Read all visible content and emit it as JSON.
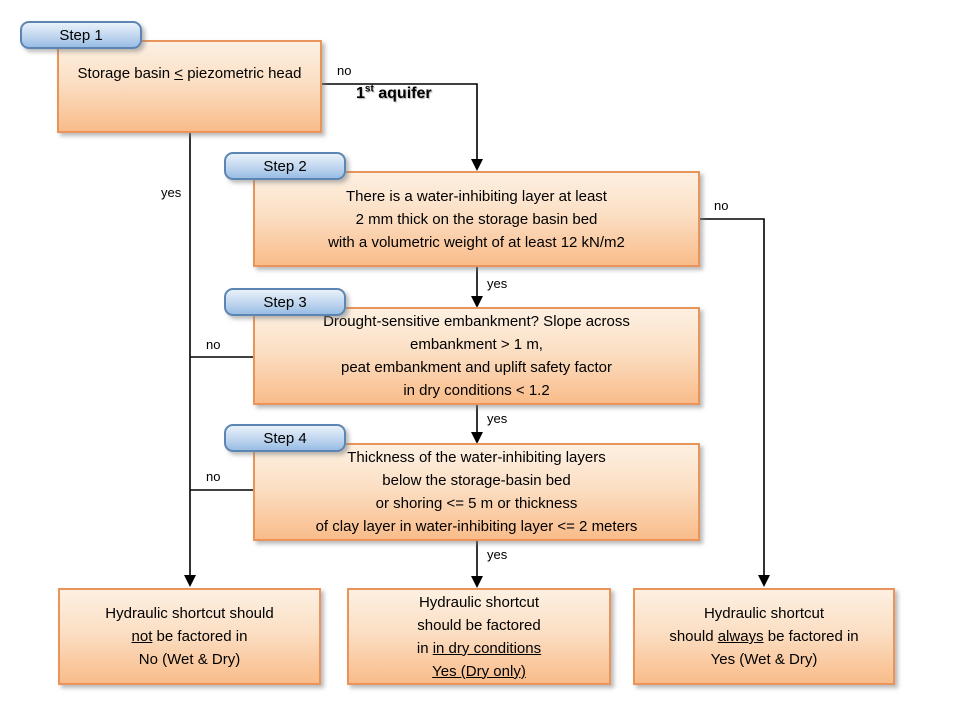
{
  "flowchart": {
    "steps": [
      {
        "label": "Step 1",
        "lines": [
          [
            {
              "t": "Storage basin "
            },
            {
              "t": "<",
              "u": true
            },
            {
              "t": " piezometric head"
            }
          ]
        ]
      },
      {
        "label": "Step 2",
        "lines": [
          "There is a water-inhibiting layer at least",
          "2 mm thick on the storage basin bed",
          "with a volumetric weight of at least 12 kN/m2"
        ]
      },
      {
        "label": "Step 3",
        "lines": [
          "Drought-sensitive embankment? Slope across",
          "embankment > 1 m,",
          "peat embankment and uplift safety factor",
          "in dry conditions < 1.2"
        ]
      },
      {
        "label": "Step 4",
        "lines": [
          "Thickness of the water-inhibiting layers",
          "below the storage-basin bed",
          "or shoring <= 5 m or thickness",
          "of clay layer in water-inhibiting layer <= 2 meters"
        ]
      }
    ],
    "outcomes": {
      "left": {
        "lines": [
          "Hydraulic shortcut should",
          [
            {
              "t": "not",
              "u": true
            },
            {
              "t": " be factored in"
            }
          ],
          "No (Wet & Dry)"
        ]
      },
      "middle": {
        "lines": [
          "Hydraulic shortcut",
          "should be factored",
          [
            {
              "t": "in "
            },
            {
              "t": "in dry conditions",
              "u": true
            }
          ],
          [
            {
              "t": "Yes (Dry only)",
              "u": true
            }
          ]
        ]
      },
      "right": {
        "lines": [
          "Hydraulic shortcut",
          [
            {
              "t": "should "
            },
            {
              "t": "always",
              "u": true
            },
            {
              "t": " be factored in"
            }
          ],
          "Yes (Wet & Dry)"
        ]
      }
    },
    "edge_labels": {
      "step1_no": "no",
      "aquifer": [
        {
          "t": "1"
        },
        {
          "t": "st",
          "sup": true
        },
        {
          "t": " aquifer"
        }
      ],
      "step1_yes": "yes",
      "step2_no": "no",
      "step2_yes": "yes",
      "step3_no": "no",
      "step3_yes": "yes",
      "step4_no": "no",
      "step4_yes": "yes"
    },
    "colors": {
      "box_fill_top": "#fdf0e2",
      "box_fill_bottom": "#f9bc8a",
      "box_border": "#e8945b",
      "label_fill_top": "#e9f1fa",
      "label_fill_bottom": "#98bde4",
      "label_border": "#5c85b3",
      "line": "#000000"
    }
  }
}
